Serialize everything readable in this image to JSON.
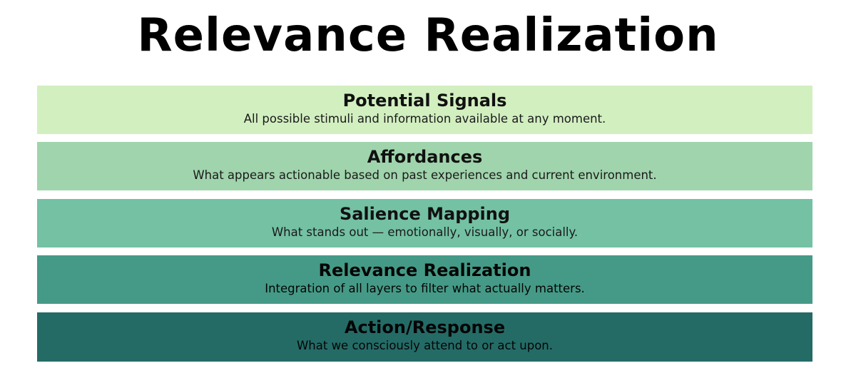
{
  "title": "Relevance Realization",
  "layers": [
    {
      "name": "Potential Signals",
      "description": "All possible stimuli and information available at any moment.",
      "color": "#d2efc0"
    },
    {
      "name": "Affordances",
      "description": "What appears actionable based on past experiences and current environment.",
      "color": "#a0d4ac"
    },
    {
      "name": "Salience Mapping",
      "description": "What stands out — emotionally, visually, or socially.",
      "color": "#74c1a4"
    },
    {
      "name": "Relevance Realization",
      "description": "Integration of all layers to filter what actually matters.",
      "color": "#459a87"
    },
    {
      "name": "Action/Response",
      "description": "What we consciously attend to or act upon.",
      "color": "#246b66"
    }
  ]
}
